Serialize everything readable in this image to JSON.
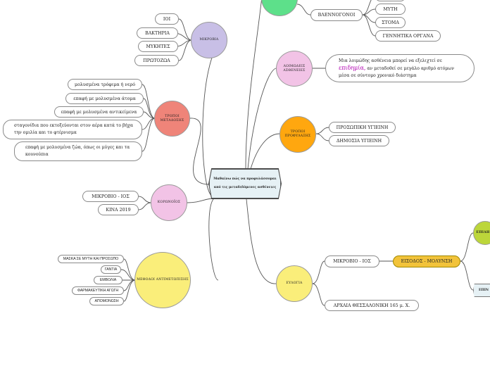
{
  "central": {
    "line1": "Μαθαίνω πώς να προφυλάσσομαι",
    "line2": "από τις μεταδιδόμενες ασθένειες"
  },
  "branches": {
    "mikrobia": {
      "title": "ΜΙΚΡΟΒΙΑ",
      "color": "#c8bfe6",
      "items": [
        "ΙΟΙ",
        "ΒΑΚΤΗΡΙΑ",
        "ΜΥΚΗΤΕΣ",
        "ΠΡΩΤΟΖΩΑ"
      ]
    },
    "metadosi": {
      "title": "ΤΡΟΠΟΙ ΜΕΤΑΔΟΣΗΣ",
      "color": "#ef8479",
      "items": [
        "μολυσμένα τρόφιμα ή νερό",
        "επαφή με μολυσμένα άτομα",
        "επαφή με μολυσμένα αντικείμενα",
        "σταγονίδια που εκτοξεύονται στον αέρα κατά το βήχα την ομιλία και το φτέρνισμα",
        "επαφή με μολυσμένα ζώα, όπως οι μύγες και τα κουνούπια"
      ]
    },
    "koronoios": {
      "title": "ΚΟΡΩΝΟΪΟΣ",
      "color": "#f2c3e6",
      "items": [
        "ΜΙΚΡΟΒΙΟ - ΙΟΣ",
        "ΚΙΝΑ 2019"
      ]
    },
    "metra": {
      "title": "ΜΕΘΟΔΟΙ ΑΝΤΙΜΕΤΩΠΙΣΗΣ",
      "color": "#faee7a",
      "items": [
        "ΜΑΣΚΑ ΣΕ ΜΥΤΗ ΚΑΙ ΠΡΟΣΩΠΟ",
        "ΓΑΝΤΙΑ",
        "ΕΜΒΟΛΙΑ",
        "ΦΑΡΜΑΚΕΥΤΙΚΗ ΑΓΩΓΗ",
        "ΑΠΟΜΟΝΩΣΗ"
      ]
    },
    "top": {
      "title": "",
      "color": "#5de08a",
      "sub": "ΒΛΕΝΝΟΓΟΝΟΙ",
      "items": [
        "ΜΥΤΗ",
        "ΣΤΟΜΑ",
        "ΓΕΝΝΗΤΙΚΑ ΟΡΓΑΝΑ"
      ]
    },
    "epidimies": {
      "title": "ΛΟΙΜΩΔΕΙΣ ΑΣΘΕΝΕΙΕΣ",
      "color": "#f2c3e6",
      "text_a": "Μια λοιμώδης ασθένεια μπορεί να εξελιχτεί σε",
      "text_hi": "επιδημία,",
      "text_b": "αν μεταδοθεί σε μεγάλο αριθμό ατόμων μέσα σε σύντομο χρονικό διάστημα"
    },
    "prolipsi": {
      "title": "ΤΡΟΠΟΙ ΠΡΟΦΥΛΑΞΗΣ",
      "color": "#ffa70f",
      "items": [
        "ΠΡΟΣΩΠΙΚΗ ΥΓΙΕΙΝΗ",
        "ΔΗΜΟΣΙΑ ΥΓΙΕΙΝΗ"
      ]
    },
    "evlogia": {
      "title": "ΕΥΛΟΓΙΑ",
      "color": "#faee7a",
      "items": [
        "ΜΙΚΡΟΒΙΟ - ΙΟΣ",
        "ΑΡΧΑΙΑ ΘΕΣΣΑΛΟΝΙΚΗ 165 μ. Χ."
      ],
      "entry": "ΕΙΣΟΔΟΣ - ΜΟΛΥΝΣΗ",
      "right_a": "ΕΠΙΔΗ",
      "right_b": "ΕΠΙΝ"
    }
  }
}
